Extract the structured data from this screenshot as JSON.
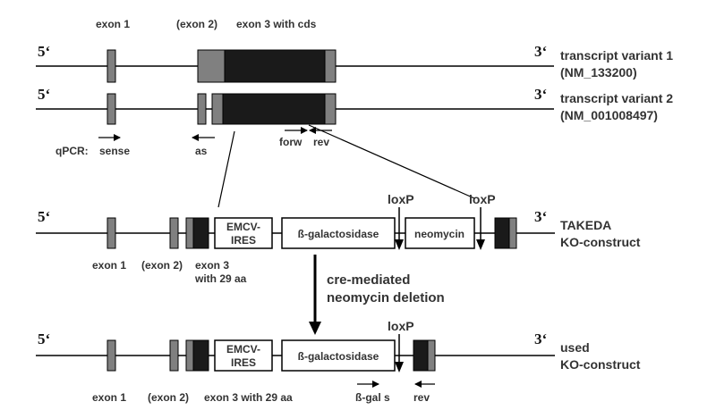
{
  "labels": {
    "exon1_top": "exon 1",
    "exon2_top": "(exon 2)",
    "exon3_top": "exon 3 with cds",
    "five_prime": "5‘",
    "three_prime": "3‘",
    "variant1_name": "transcript variant 1",
    "variant1_acc": "(NM_133200)",
    "variant2_name": "transcript variant 2",
    "variant2_acc": "(NM_001008497)",
    "qpcr": "qPCR:",
    "sense": "sense",
    "as": "as",
    "forw": "forw",
    "rev": "rev",
    "loxp": "loxP",
    "emcv_line1": "EMCV-",
    "emcv_line2": "IRES",
    "bgal": "ß-galactosidase",
    "neomycin": "neomycin",
    "takeda_line1": "TAKEDA",
    "takeda_line2": "KO-construct",
    "exon1": "exon 1",
    "exon2": "(exon 2)",
    "exon3_line1": "exon 3",
    "exon3_line2": "with 29 aa",
    "cre_line1": "cre-mediated",
    "cre_line2": "neomycin deletion",
    "used_line1": "used",
    "used_line2": "KO-construct",
    "exon3_29aa": "exon 3 with 29 aa",
    "bgal_s": "ß-gal s"
  },
  "colors": {
    "exon_grey": "#808080",
    "cds_black": "#1a1a1a",
    "text": "#333333"
  }
}
